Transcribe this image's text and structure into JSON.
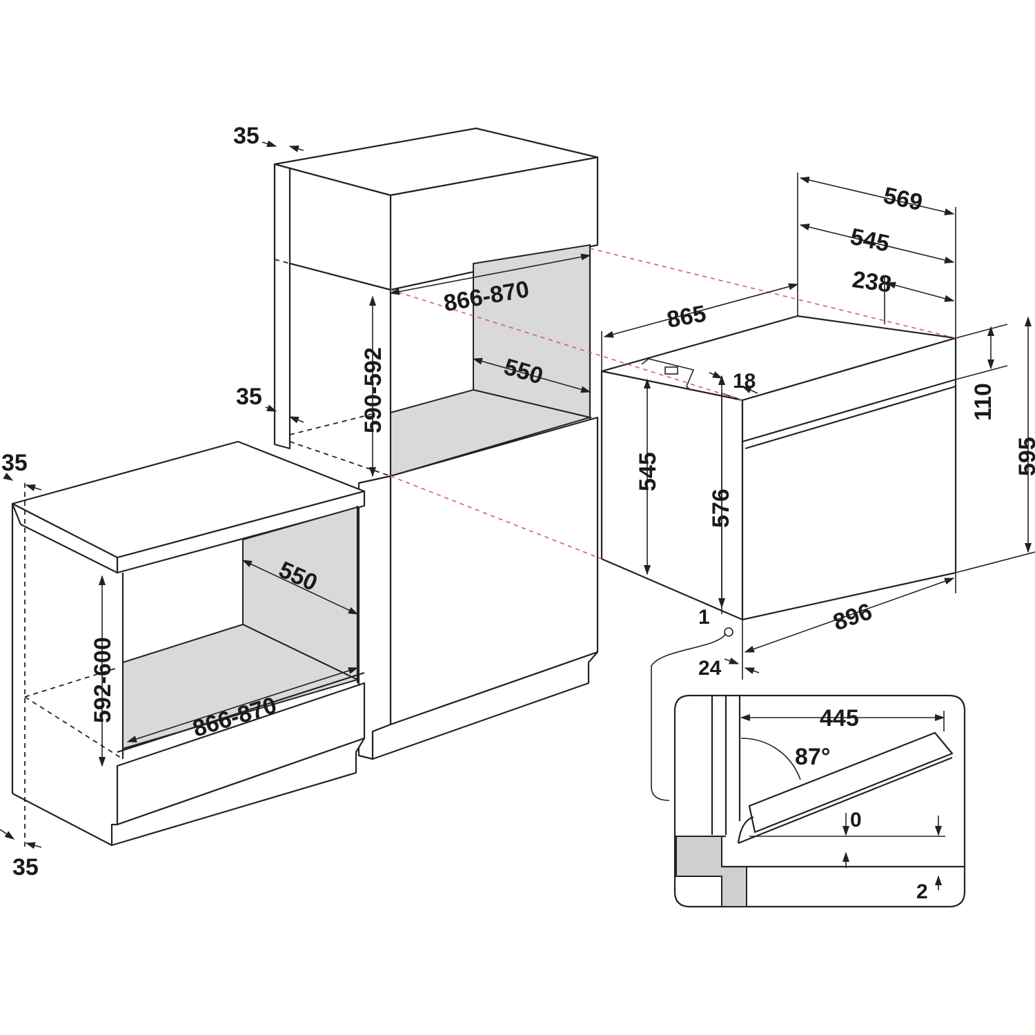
{
  "labels": {
    "top_35_a": "35",
    "top_35_b": "35",
    "left_35_top": "35",
    "left_35_bottom": "35",
    "tall_opening_width": "866-870",
    "tall_opening_height": "590-592",
    "tall_opening_depth": "550",
    "base_opening_depth": "550",
    "base_opening_height": "592-600",
    "base_opening_width": "866-870",
    "oven_depth_total": "569",
    "oven_depth_body": "545",
    "oven_depth_top": "238",
    "oven_width_body": "865",
    "oven_panel_thickness": "18",
    "oven_panel_height": "110",
    "oven_total_height": "595",
    "oven_body_height": "545",
    "oven_front_height": "576",
    "oven_front_width": "896",
    "oven_gap": "1",
    "oven_front_offset": "24",
    "door_depth": "445",
    "door_angle": "87°",
    "door_gap_top": "0",
    "door_gap_bottom": "2"
  }
}
